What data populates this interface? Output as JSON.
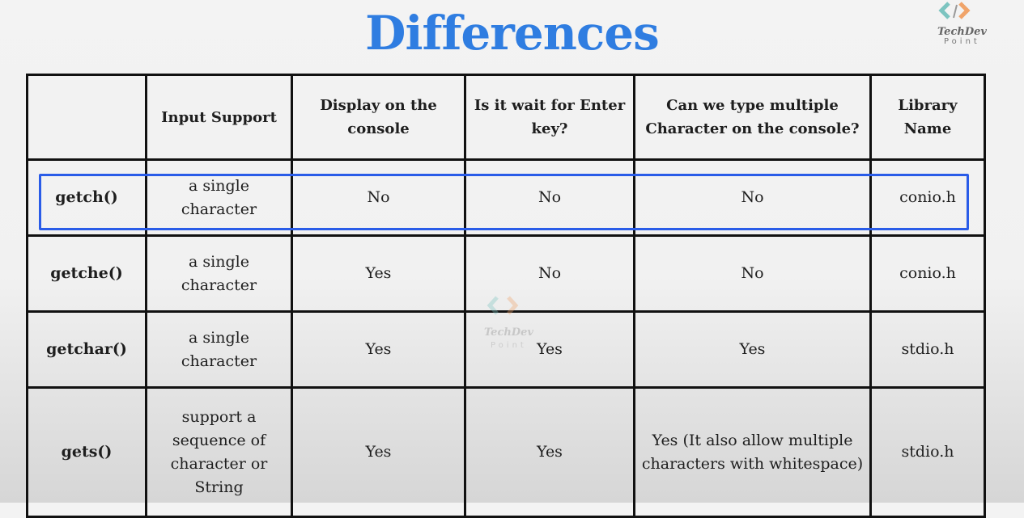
{
  "title": "Differences",
  "logo": {
    "line1": "TechDev",
    "line2": "Point"
  },
  "table": {
    "headers": [
      "",
      "Input Support",
      "Display on the console",
      "Is it wait for Enter key?",
      "Can we type multiple Character on the console?",
      "Library Name"
    ],
    "rows": [
      [
        "getch()",
        "a single character",
        "No",
        "No",
        "No",
        "conio.h"
      ],
      [
        "getche()",
        "a single character",
        "Yes",
        "No",
        "No",
        "conio.h"
      ],
      [
        "getchar()",
        "a single character",
        "Yes",
        "Yes",
        "Yes",
        "stdio.h"
      ],
      [
        "gets()",
        "support a sequence of character or String",
        "Yes",
        "Yes",
        "Yes (It also allow multiple characters with whitespace)",
        "stdio.h"
      ]
    ]
  },
  "highlight_color": "#2a5ce8",
  "title_color": "#2f7de1"
}
